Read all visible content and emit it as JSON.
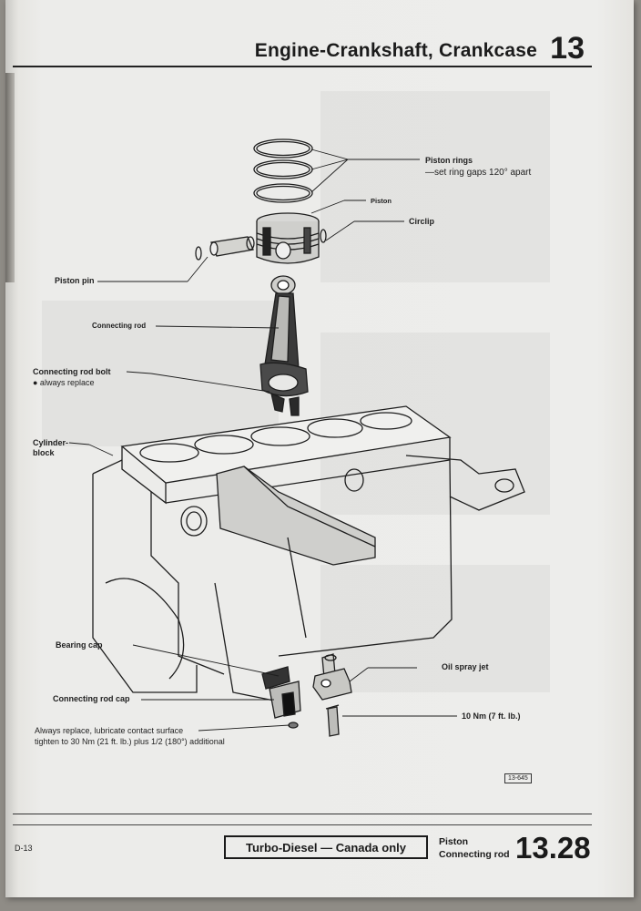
{
  "header": {
    "title": "Engine-Crankshaft, Crankcase",
    "chapter": "13"
  },
  "labels": {
    "piston_rings": "Piston rings",
    "ring_gap_note": "—set ring gaps 120° apart",
    "piston": "Piston",
    "circlip": "Circlip",
    "piston_pin": "Piston pin",
    "connecting_rod": "Connecting rod",
    "rod_bolt": "Connecting rod bolt",
    "rod_bolt_note": "● always replace",
    "cylinder_block_1": "Cylinder-",
    "cylinder_block_2": "block",
    "bearing_cap": "Bearing cap",
    "oil_spray_jet": "Oil spray jet",
    "rod_cap": "Connecting rod cap",
    "torque_10": "10 Nm (7 ft. lb.)",
    "nut_note_1": "Always replace, lubricate contact surface",
    "nut_note_2": "tighten to 30 Nm (21 ft. lb.) plus 1/2 (180°) additional"
  },
  "figure_ref": "13-645",
  "footer": {
    "page_code": "D-13",
    "model": "Turbo-Diesel — Canada only",
    "subject_1": "Piston",
    "subject_2": "Connecting rod",
    "section": "13.28"
  },
  "colors": {
    "ink": "#1c1c1c",
    "paper": "#ededeb",
    "background": "#8f8c86"
  }
}
